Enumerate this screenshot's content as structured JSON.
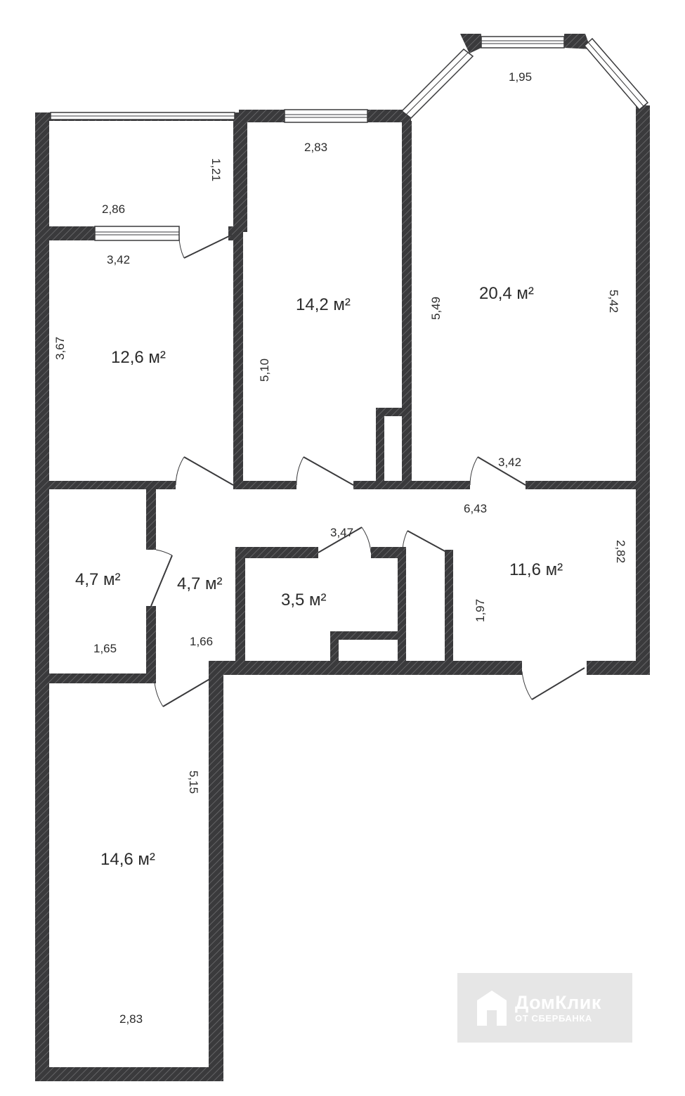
{
  "rooms": [
    {
      "id": "room-12-6",
      "area": "12,6 м²"
    },
    {
      "id": "room-14-2",
      "area": "14,2 м²"
    },
    {
      "id": "room-20-4",
      "area": "20,4 м²"
    },
    {
      "id": "room-4-7-a",
      "area": "4,7 м²"
    },
    {
      "id": "room-4-7-b",
      "area": "4,7 м²"
    },
    {
      "id": "room-3-5",
      "area": "3,5 м²"
    },
    {
      "id": "room-11-6",
      "area": "11,6 м²"
    },
    {
      "id": "room-14-6",
      "area": "14,6 м²"
    }
  ],
  "dimensions": {
    "bay_window_width": "1,95",
    "room_14_2_width": "2,83",
    "balcony_depth": "1,21",
    "balcony_width": "2,86",
    "room_12_6_width": "3,42",
    "room_12_6_depth": "3,67",
    "room_14_2_depth": "5,10",
    "room_20_4_depth_left": "5,49",
    "room_20_4_depth_right": "5,42",
    "room_20_4_width": "3,42",
    "hall_length": "6,43",
    "bath_width": "3,47",
    "hall_depth": "2,82",
    "corridor_depth": "1,97",
    "closet_width": "1,65",
    "corridor_width": "1,66",
    "room_14_6_depth": "5,15",
    "room_14_6_width": "2,83"
  },
  "watermark": {
    "brand": "ДомКлик",
    "sub": "ОТ СБЕРБАНКА"
  },
  "colors": {
    "wall": "#3a3a3c",
    "background": "#ffffff",
    "watermark_bg": "#e6e6e6"
  }
}
